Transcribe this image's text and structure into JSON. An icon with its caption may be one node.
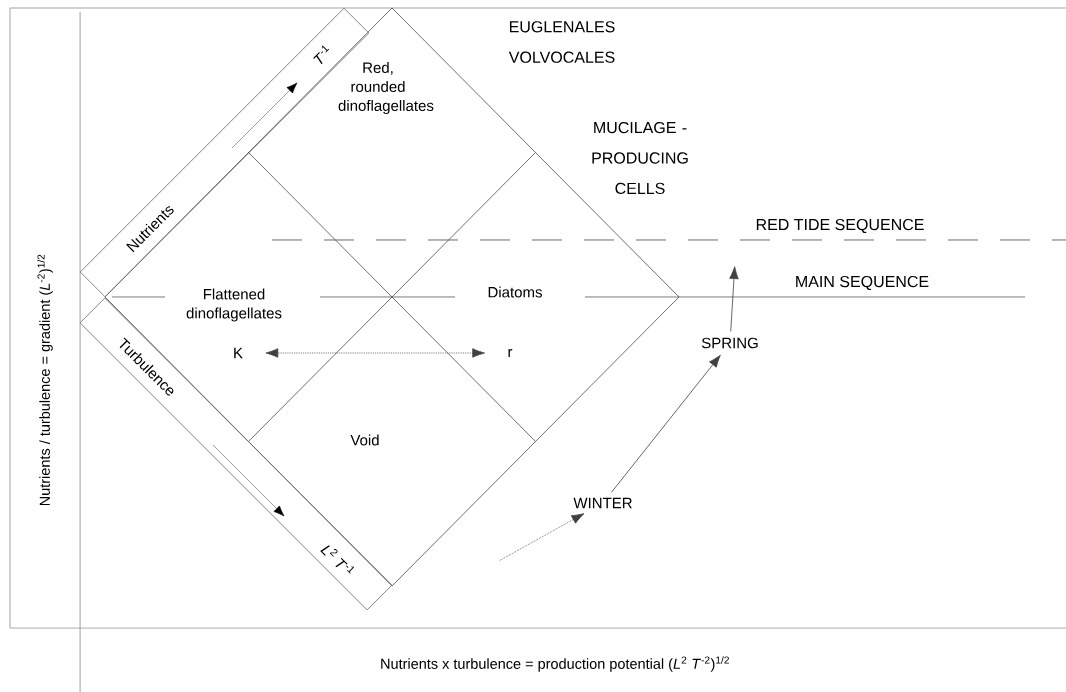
{
  "diagram": {
    "nodes": [
      {
        "text": [
          "Nutrients",
          "*T*$^{-1}$"
        ]
      },
      {
        "text": [
          "Red, rounded dinoflagellates"
        ]
      },
      {
        "text": [
          "Flattened dinoflagellates"
        ]
      },
      {
        "text": [
          "Diatoms"
        ]
      },
      {
        "text": [
          "Turbulence",
          "*L*$^{2}$ *T*$^{-1}$"
        ]
      },
      {
        "text": [
          "K"
        ]
      },
      {
        "text": [
          "r"
        ]
      },
      {
        "text": [
          "Void"
        ]
      },
      {
        "text": [
          "SPRING"
        ]
      },
      {
        "text": [
          "WINTER"
        ]
      }
    ],
    "edges": [
      {
        "from": 5,
        "to": 6,
        "arrow": "both",
        "style": "dashed"
      },
      {
        "from": null,
        "to": 9,
        "arrow": "to",
        "style": "dashed"
      },
      {
        "from": 9,
        "to": 8,
        "arrow": "to"
      },
      {
        "from": 8,
        "to": null,
        "arrow": "to"
      }
    ],
    "labels": [
      "EUGLENALES VOLVOCALES",
      "MUCILAGE - PRODUCING CELLS",
      "RED TIDE SEQUENCE",
      "MAIN SEQUENCE",
      "Nutrients / turbulence = gradient (*L*$^{-2}$)$^{1/2}$",
      "Nutrients x turbulence = production potential (*L*$^{2}$ *T*$^{-2}$)$^{1/2}$"
    ]
  }
}
